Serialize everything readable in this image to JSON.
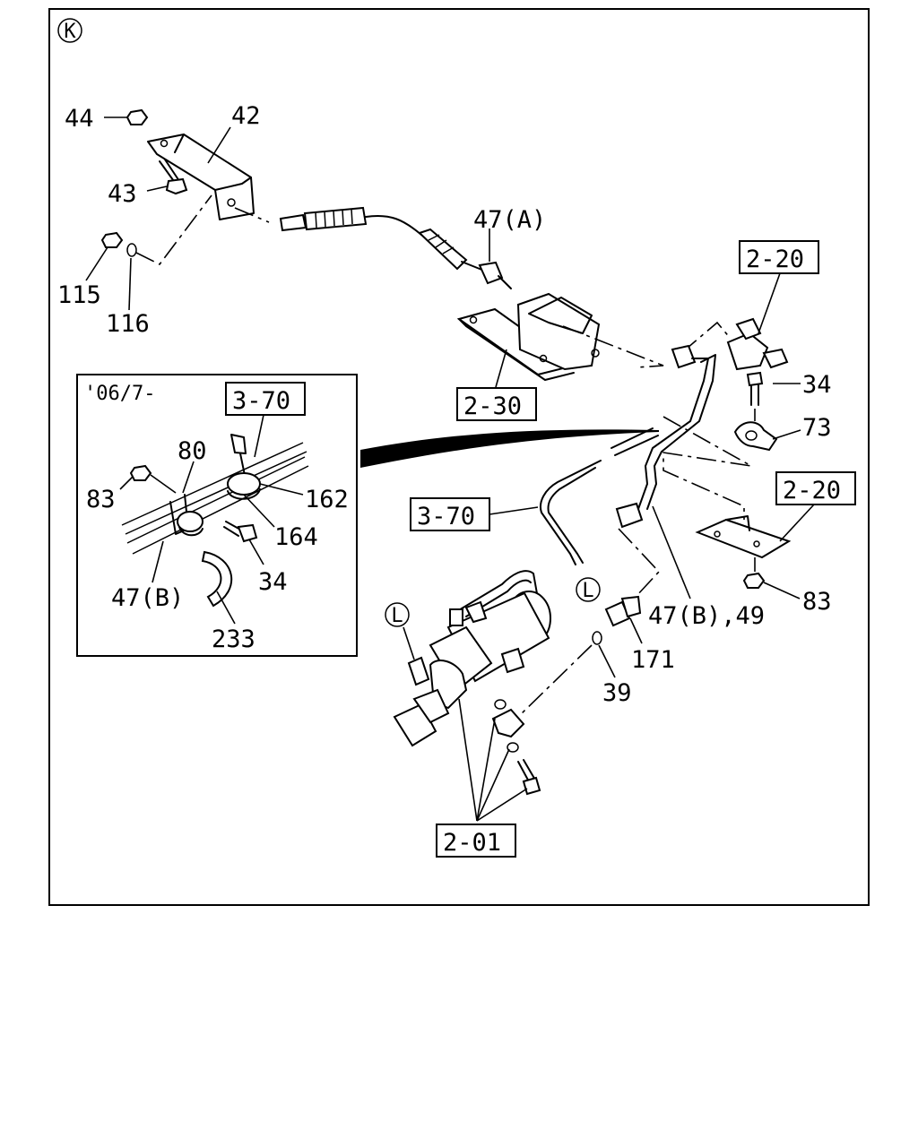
{
  "diagram": {
    "section_mark": "K",
    "inset_note": "'06/7-",
    "labels": {
      "p44": "44",
      "p42": "42",
      "p43": "43",
      "p115": "115",
      "p116": "116",
      "p47a": "47(A)",
      "ref_2_20_top": "2-20",
      "ref_2_30": "2-30",
      "p34_right": "34",
      "p73": "73",
      "ref_2_20_right": "2-20",
      "p83_right": "83",
      "ref_3_70_main": "3-70",
      "p47b49": "47(B),49",
      "p171": "171",
      "p39": "39",
      "ref_2_01": "2-01",
      "ref_3_70_inset": "3-70",
      "p80": "80",
      "p83_inset": "83",
      "p162": "162",
      "p164": "164",
      "p34_inset": "34",
      "p47b": "47(B)",
      "p233": "233",
      "conn_l_1": "L",
      "conn_l_2": "L"
    }
  }
}
